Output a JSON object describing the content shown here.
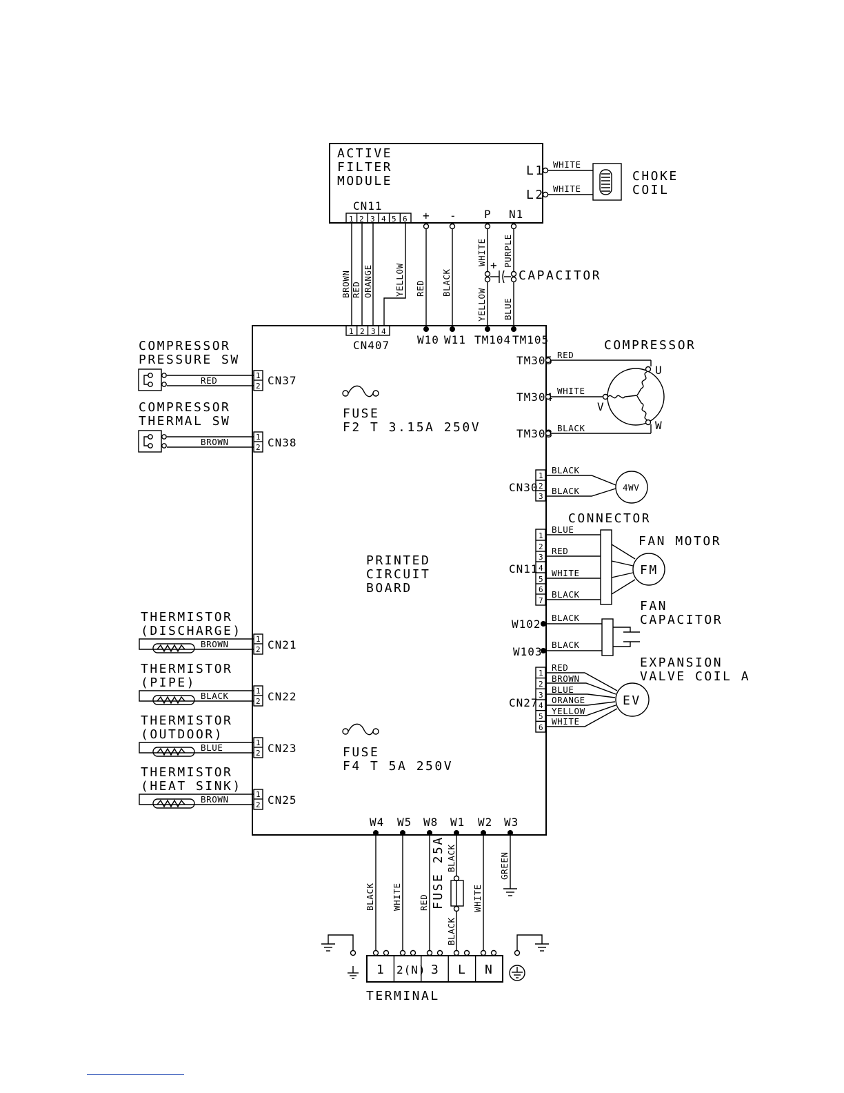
{
  "afm": {
    "lines": [
      "ACTIVE",
      "FILTER",
      "MODULE"
    ],
    "l1": "L1",
    "l2": "L2",
    "cn11": "CN11",
    "plus": "+",
    "minus": "-",
    "p": "P",
    "n1": "N1"
  },
  "choke": {
    "lines": [
      "CHOKE",
      "COIL"
    ],
    "wire1": "WHITE",
    "wire2": "WHITE"
  },
  "capacitor": {
    "label": "CAPACITOR",
    "plus": "+"
  },
  "vwires": {
    "brown": "BROWN",
    "red": "RED",
    "orange": "ORANGE",
    "yellow": "YELLOW",
    "red2": "RED",
    "black": "BLACK",
    "white": "WHITE",
    "yellow2": "YELLOW",
    "purple": "PURPLE",
    "blue": "BLUE"
  },
  "pcb": {
    "lines": [
      "PRINTED",
      "CIRCUIT",
      "BOARD"
    ],
    "cn407": "CN407",
    "w10": "W10",
    "w11": "W11",
    "tm104": "TM104",
    "tm105": "TM105"
  },
  "fuse_f2": {
    "lines": [
      "FUSE",
      "F2  T 3.15A  250V"
    ]
  },
  "fuse_f4": {
    "lines": [
      "FUSE",
      "F4  T 5A  250V"
    ]
  },
  "left_devices": [
    {
      "lines": [
        "COMPRESSOR",
        "PRESSURE  SW"
      ],
      "wire": "RED",
      "connector": "CN37"
    },
    {
      "lines": [
        "COMPRESSOR",
        "THERMAL  SW"
      ],
      "wire": "BROWN",
      "connector": "CN38"
    },
    {
      "lines": [
        "THERMISTOR",
        "(DISCHARGE)"
      ],
      "wire": "BROWN",
      "connector": "CN21"
    },
    {
      "lines": [
        "THERMISTOR",
        "(PIPE)"
      ],
      "wire": "BLACK",
      "connector": "CN22"
    },
    {
      "lines": [
        "THERMISTOR",
        "(OUTDOOR)"
      ],
      "wire": "BLUE",
      "connector": "CN23"
    },
    {
      "lines": [
        "THERMISTOR",
        "(HEAT  SINK)"
      ],
      "wire": "BROWN",
      "connector": "CN25"
    }
  ],
  "compressor": {
    "title": "COMPRESSOR",
    "terminals": [
      "TM305",
      "TM304",
      "TM303"
    ],
    "wires": [
      "RED",
      "WHITE",
      "BLACK"
    ],
    "u": "U",
    "v": "V",
    "w": "W"
  },
  "fourway": {
    "connector": "CN30",
    "wires": [
      "BLACK",
      "BLACK"
    ],
    "symbol": "4WV"
  },
  "fan_motor": {
    "connector_title": "CONNECTOR",
    "title": "FAN  MOTOR",
    "connector": "CN11",
    "wires": [
      "BLUE",
      "RED",
      "WHITE",
      "BLACK"
    ],
    "symbol": "FM"
  },
  "fan_capacitor": {
    "lines": [
      "FAN",
      "CAPACITOR"
    ],
    "terminals": [
      "W102",
      "W103"
    ],
    "wires": [
      "BLACK",
      "BLACK"
    ]
  },
  "expansion_valve": {
    "lines": [
      "EXPANSION",
      "VALVE  COIL A"
    ],
    "connector": "CN27",
    "wires": [
      "RED",
      "BROWN",
      "BLUE",
      "ORANGE",
      "YELLOW",
      "WHITE"
    ],
    "symbol": "EV"
  },
  "bottom": {
    "points": [
      "W4",
      "W5",
      "W8",
      "W1",
      "W2",
      "W3"
    ],
    "wires": [
      "BLACK",
      "WHITE",
      "RED",
      "WHITE",
      "GREEN"
    ],
    "fuse": "FUSE 25A",
    "fuse_black_top": "BLACK",
    "fuse_black_bottom": "BLACK"
  },
  "terminal": {
    "label": "TERMINAL",
    "cells": [
      "1",
      "2(N)",
      "3",
      "L",
      "N"
    ]
  }
}
